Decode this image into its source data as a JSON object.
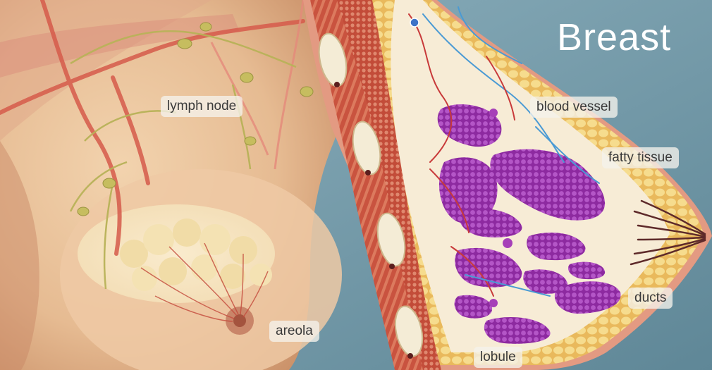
{
  "figure": {
    "title": "Breast",
    "labels": {
      "lymph_node": "lymph node",
      "blood_vessel": "blood vessel",
      "fatty_tissue": "fatty tissue",
      "ducts": "ducts",
      "areola": "areola",
      "lobule": "lobule"
    },
    "colors": {
      "background_teal": "#6e96a6",
      "skin": "#e9c4a0",
      "muscle": "#c8503c",
      "lobule_purple": "#9a33a8",
      "fat_yellow": "#f3d27a",
      "vessel_red": "#c83a3a",
      "vessel_blue": "#4a9ad4"
    }
  }
}
